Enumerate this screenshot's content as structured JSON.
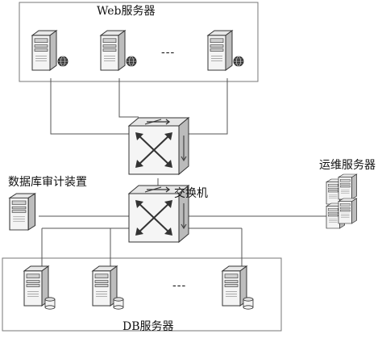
{
  "labels": {
    "web_group": "Web服务器",
    "db_group": "DB服务器",
    "switch": "交换机",
    "audit": "数据库审计装置",
    "ops": "运维服务器",
    "ellipsis": "---"
  },
  "colors": {
    "line": "#555555",
    "group_border": "#777777",
    "server_fill": "#f2f2f2",
    "server_shade": "#bfbfbf",
    "badge": "#444444"
  }
}
